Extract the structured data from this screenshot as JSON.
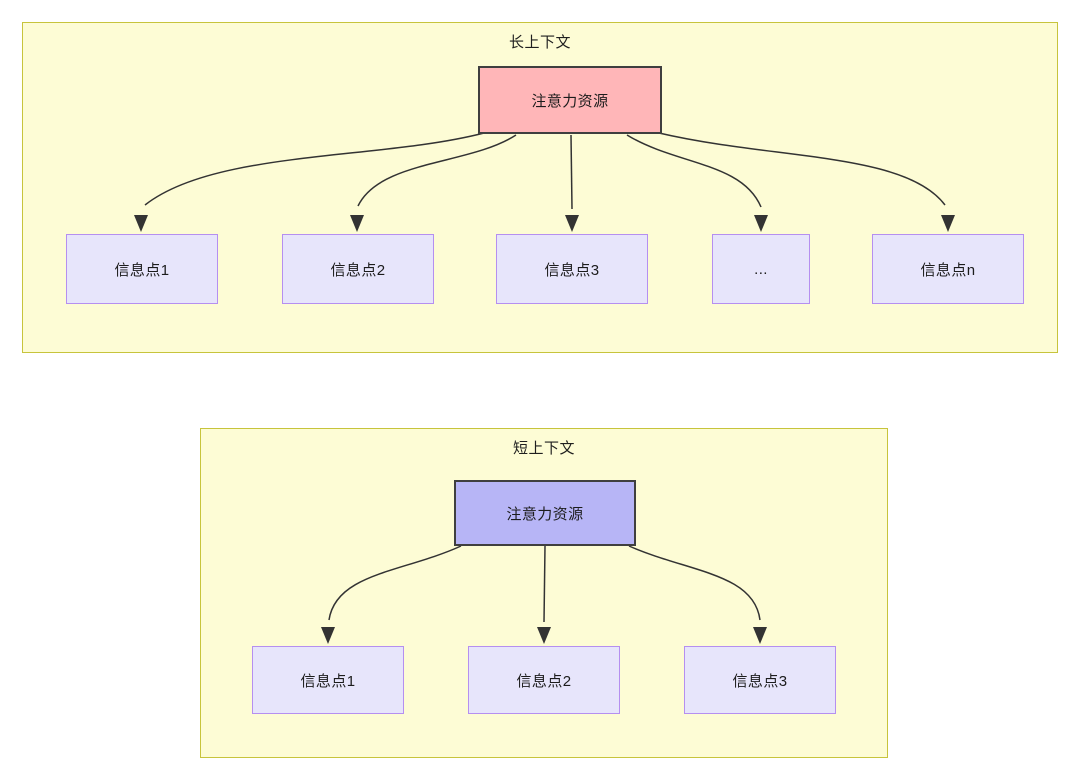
{
  "diagram": {
    "title_semantics": "attention-resource-allocation-long-vs-short-context",
    "colors": {
      "group_fill": "#fdfcd5",
      "group_border": "#c7c43c",
      "root_long_fill": "#ffb6b8",
      "root_short_fill": "#b7b5f6",
      "root_border": "#3f3f3f",
      "leaf_fill": "#e7e5fb",
      "leaf_border": "#b58ff0",
      "edge_stroke": "#333333",
      "text": "#1c1c1c"
    },
    "groups": [
      {
        "id": "long-context",
        "title": "长上下文",
        "root": {
          "label": "注意力资源"
        },
        "leaves": [
          {
            "label": "信息点1"
          },
          {
            "label": "信息点2"
          },
          {
            "label": "信息点3"
          },
          {
            "label": "..."
          },
          {
            "label": "信息点n"
          }
        ],
        "edge_count": 5
      },
      {
        "id": "short-context",
        "title": "短上下文",
        "root": {
          "label": "注意力资源"
        },
        "leaves": [
          {
            "label": "信息点1"
          },
          {
            "label": "信息点2"
          },
          {
            "label": "信息点3"
          }
        ],
        "edge_count": 3
      }
    ]
  }
}
